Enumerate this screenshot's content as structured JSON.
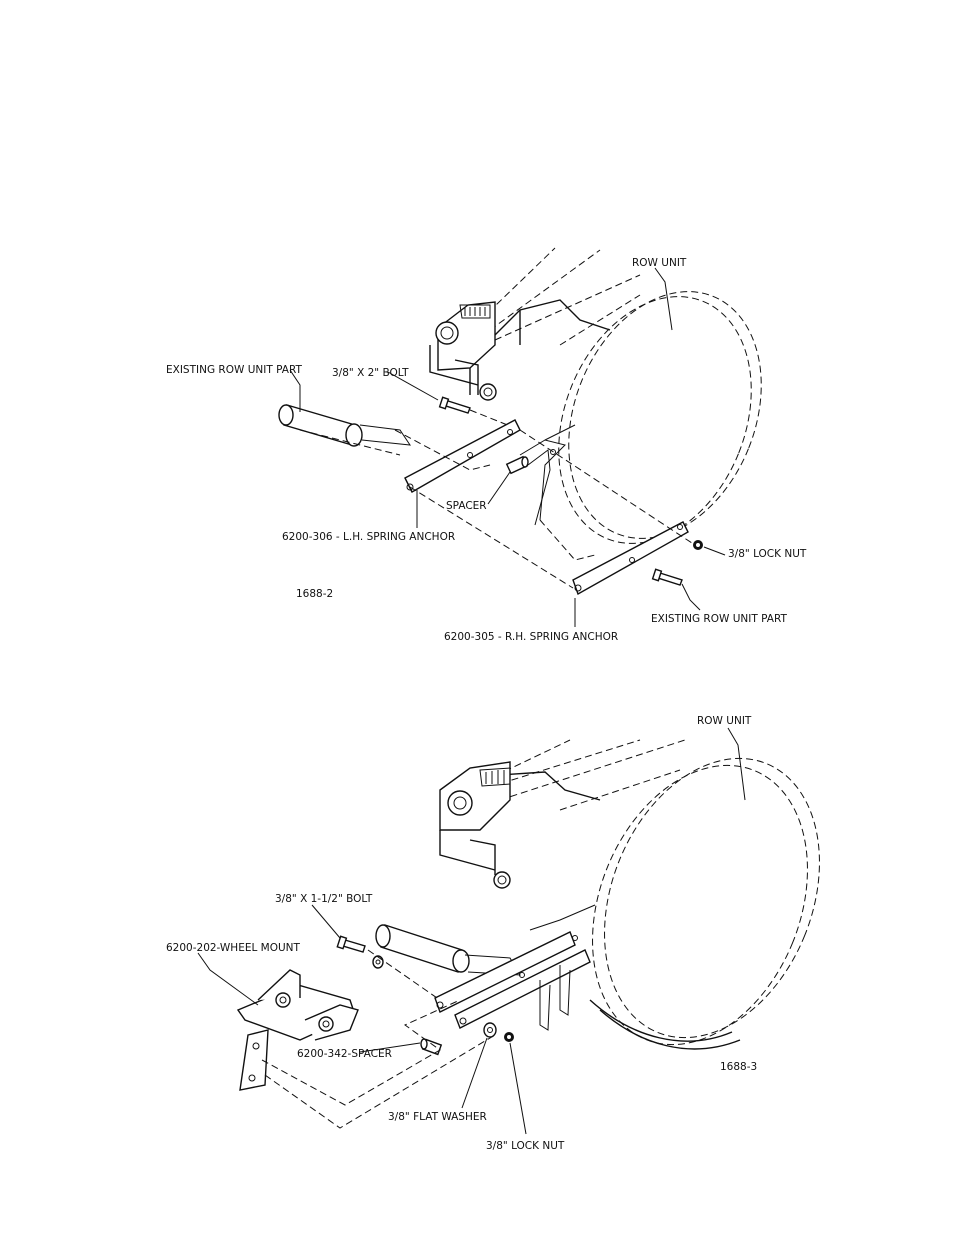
{
  "figure_top": {
    "id": "1688-2",
    "labels": {
      "row_unit": "ROW UNIT",
      "existing_part_1": "EXISTING ROW UNIT PART",
      "bolt": "3/8\" X 2\" BOLT",
      "spacer": "SPACER",
      "lh_anchor": "6200-306 - L.H. SPRING ANCHOR",
      "lock_nut": "3/8\" LOCK NUT",
      "existing_part_2": "EXISTING ROW UNIT PART",
      "rh_anchor": "6200-305 - R.H. SPRING ANCHOR"
    }
  },
  "figure_bottom": {
    "id": "1688-3",
    "labels": {
      "row_unit": "ROW UNIT",
      "bolt": "3/8\" X 1-1/2\" BOLT",
      "wheel_mount": "6200-202-WHEEL MOUNT",
      "spacer": "6200-342-SPACER",
      "flat_washer": "3/8\" FLAT WASHER",
      "lock_nut": "3/8\" LOCK NUT"
    }
  }
}
